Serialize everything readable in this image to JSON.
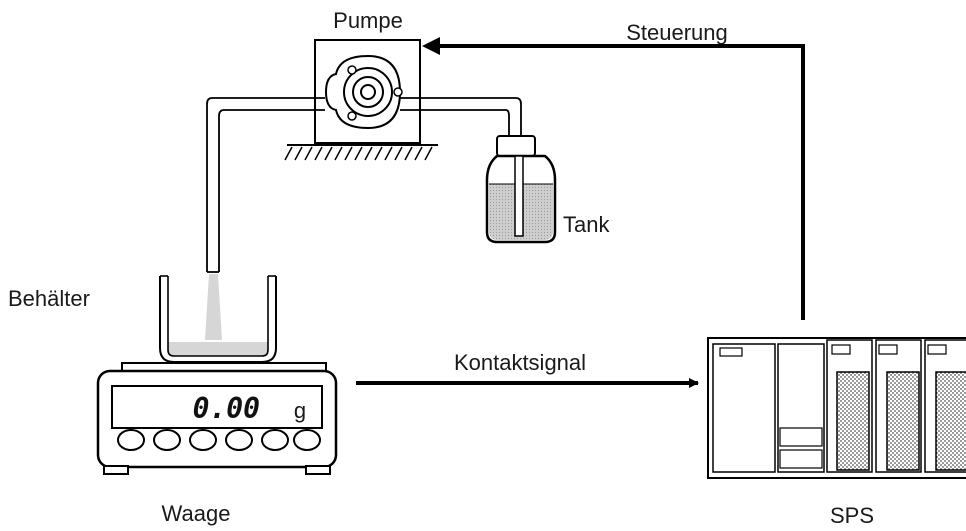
{
  "labels": {
    "pump": "Pumpe",
    "control": "Steuerung",
    "tank": "Tank",
    "container": "Behälter",
    "contact_signal": "Kontaktsignal",
    "scale": "Waage",
    "plc": "SPS"
  },
  "scale_display": {
    "value": "0.00",
    "unit": "g"
  },
  "colors": {
    "stroke": "#000000",
    "liquid": "#d0d0d0",
    "stream": "#cfcfcf"
  }
}
